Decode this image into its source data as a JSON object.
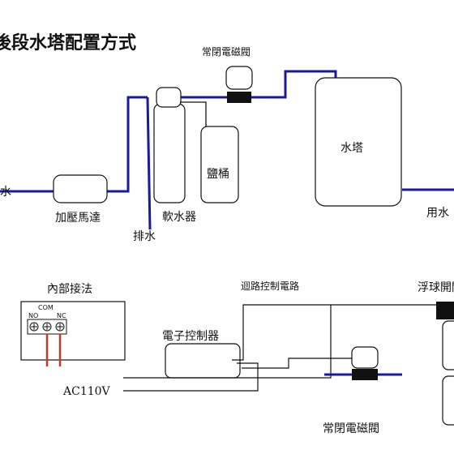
{
  "title": "後段水塔配置方式",
  "upper": {
    "solenoid_label": "常閉電磁閥",
    "water_tower_label": "水塔",
    "brine_tank_label": "鹽桶",
    "softener_label": "軟水器",
    "drain_label": "排水",
    "pump_label": "加壓馬達",
    "inlet_label": "原水",
    "outlet_label": "用水"
  },
  "lower": {
    "internal_wiring_label": "內部接法",
    "terminal_no": "NO",
    "terminal_com": "COM",
    "terminal_nc": "NC",
    "controller_label": "電子控制器",
    "circuit_label": "迴路控制電路",
    "float_switch_label": "浮球開關",
    "power_label": "AC110V",
    "solenoid_label": "常閉電磁閥"
  },
  "colors": {
    "pipe": "#1a1a9e",
    "line": "#111111",
    "wire": "#c23a2a"
  }
}
